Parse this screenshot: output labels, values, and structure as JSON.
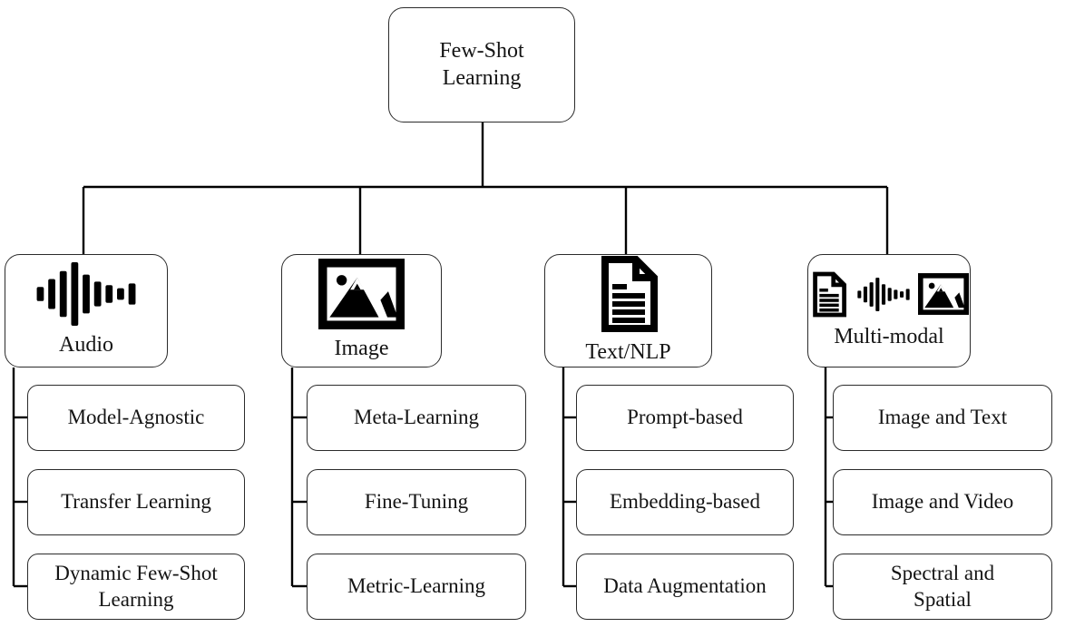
{
  "diagram": {
    "root": {
      "label": "Few-Shot Learning"
    },
    "branches": [
      {
        "label": "Audio",
        "icons": [
          "audio-waveform-icon"
        ],
        "children": [
          "Model-Agnostic",
          "Transfer Learning",
          "Dynamic Few-Shot Learning"
        ]
      },
      {
        "label": "Image",
        "icons": [
          "image-picture-icon"
        ],
        "children": [
          "Meta-Learning",
          "Fine-Tuning",
          "Metric-Learning"
        ]
      },
      {
        "label": "Text/NLP",
        "icons": [
          "document-icon"
        ],
        "children": [
          "Prompt-based",
          "Embedding-based",
          "Data Augmentation"
        ]
      },
      {
        "label": "Multi-modal",
        "icons": [
          "document-icon",
          "audio-waveform-icon",
          "image-picture-icon"
        ],
        "children": [
          "Image and Text",
          "Image and Video",
          "Spectral and Spatial"
        ]
      }
    ],
    "colors": {
      "background": "#ffffff",
      "node_border": "#2b2b2b",
      "connector_line": "#000000",
      "icon": "#000000",
      "text": "#141414"
    }
  }
}
